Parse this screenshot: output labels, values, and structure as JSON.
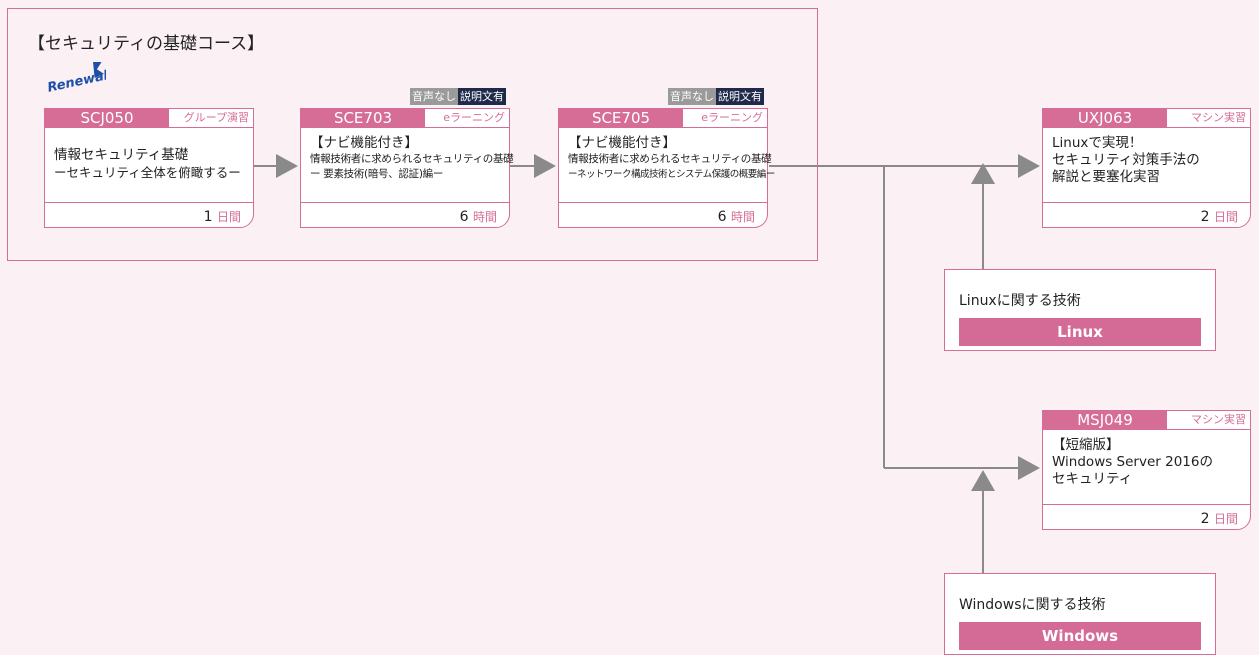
{
  "group": {
    "title": "【セキュリティの基礎コース】"
  },
  "renewal_badge": "Renewal",
  "courses": [
    {
      "code": "SCJ050",
      "type": "グループ演習",
      "lines": [
        "情報セキュリティ基礎",
        "ーセキュリティ全体を俯瞰するー"
      ],
      "duration_value": "1",
      "duration_unit": "日間"
    },
    {
      "code": "SCE703",
      "type": "eラーニング",
      "lines": [
        "【ナビ機能付き】",
        "情報技術者に求められるセキュリティの基礎",
        "ー 要素技術(暗号、認証)編ー"
      ],
      "duration_value": "6",
      "duration_unit": "時間",
      "badges": [
        "音声なし",
        "説明文有"
      ]
    },
    {
      "code": "SCE705",
      "type": "eラーニング",
      "lines": [
        "【ナビ機能付き】",
        "情報技術者に求められるセキュリティの基礎",
        "ーネットワーク構成技術とシステム保護の概要編ー"
      ],
      "duration_value": "6",
      "duration_unit": "時間",
      "badges": [
        "音声なし",
        "説明文有"
      ]
    },
    {
      "code": "UXJ063",
      "type": "マシン実習",
      "lines": [
        "Linuxで実現！",
        "セキュリティ対策手法の",
        "解説と要塞化実習"
      ],
      "duration_value": "2",
      "duration_unit": "日間"
    },
    {
      "code": "MSJ049",
      "type": "マシン実習",
      "lines": [
        "【短縮版】",
        "Windows Server 2016の",
        "セキュリティ"
      ],
      "duration_value": "2",
      "duration_unit": "日間"
    }
  ],
  "tech_boxes": [
    {
      "label": "Linuxに関する技術",
      "tag": "Linux"
    },
    {
      "label": "Windowsに関する技術",
      "tag": "Windows"
    }
  ],
  "colors": {
    "accent": "#d56d97",
    "arrow": "#8a8a8a",
    "background": "#fbf1f4",
    "badge_gray": "#9a9a9a",
    "badge_navy": "#1f2a4a"
  }
}
